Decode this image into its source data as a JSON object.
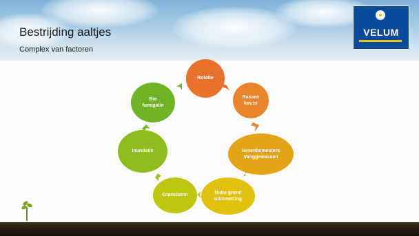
{
  "slide": {
    "title": "Bestrijding aaltjes",
    "subtitle": "Complex van factoren"
  },
  "logo": {
    "text": "VELUM",
    "colors": {
      "background": "#0a4a9c",
      "accent": "#e9c21c"
    }
  },
  "cycle": {
    "nodes": [
      {
        "id": "rotatie",
        "label": "Rotatie",
        "color": "#e8712d"
      },
      {
        "id": "rassen",
        "label": "Rassen keuze",
        "color": "#e8842a"
      },
      {
        "id": "groenbemesters",
        "label": "Groenbemesters Vanggewassen",
        "color": "#e3a516"
      },
      {
        "id": "natte-grond",
        "label": "Natte grond ontsmetting",
        "color": "#e1c10e"
      },
      {
        "id": "granulaten",
        "label": "Granulaten",
        "color": "#bfc60f"
      },
      {
        "id": "inundatie",
        "label": "Inundatie",
        "color": "#8ebc1f"
      },
      {
        "id": "bio",
        "label": "Bio fumigatie",
        "color": "#6fb426"
      }
    ],
    "arrow_colors": [
      "#e8712d",
      "#e8842a",
      "#e3a516",
      "#d9c30f",
      "#a6c21a",
      "#7cb823",
      "#6fb426"
    ]
  }
}
